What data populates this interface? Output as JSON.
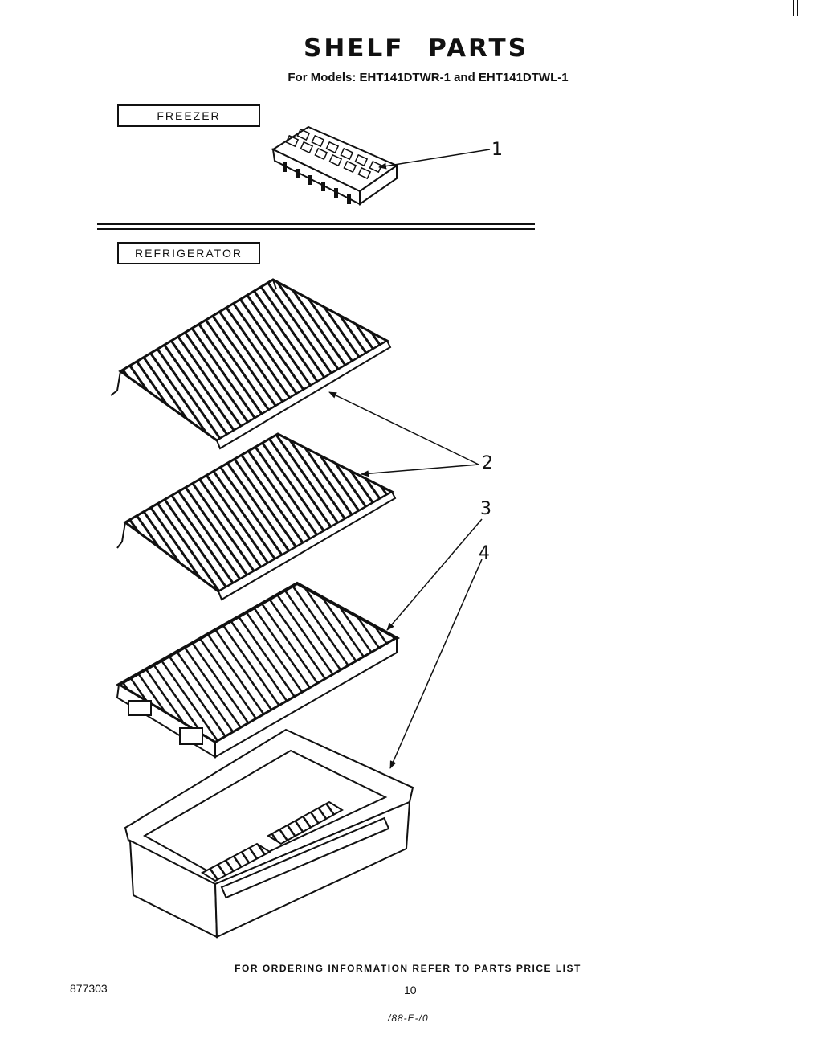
{
  "header": {
    "title": "SHELF PARTS",
    "subtitle": "For Models: EHT141DTWR-1 and EHT141DTWL-1"
  },
  "sections": {
    "freezer": "FREEZER",
    "refrigerator": "REFRIGERATOR"
  },
  "callouts": [
    "1",
    "2",
    "3",
    "4"
  ],
  "footer": {
    "note": "FOR ORDERING INFORMATION REFER TO PARTS PRICE LIST",
    "doc_number": "877303",
    "page_number": "10",
    "handwritten": "/88-E-/0"
  }
}
